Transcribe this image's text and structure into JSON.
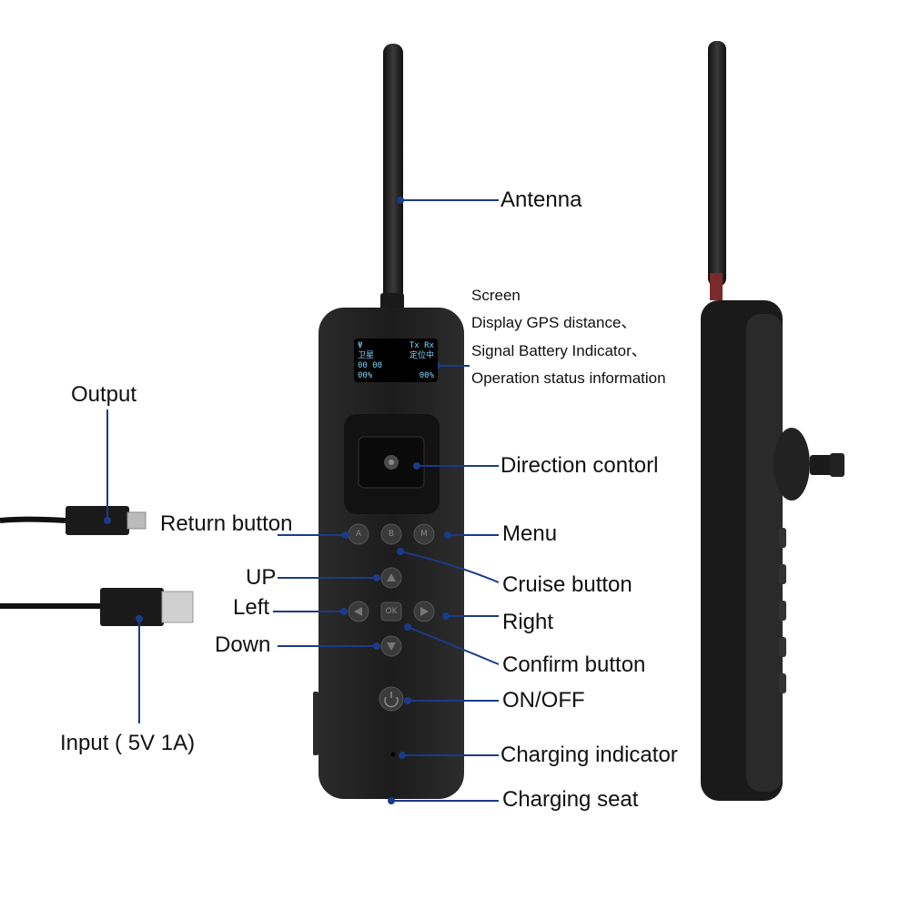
{
  "labels": {
    "antenna": "Antenna",
    "screen_title": "Screen",
    "screen_line1": "Display GPS distance、",
    "screen_line2": "Signal Battery Indicator、",
    "screen_line3": "Operation status information",
    "direction_control": "Direction contorl",
    "output": "Output",
    "return_button": "Return button",
    "menu": "Menu",
    "cruise_button": "Cruise button",
    "up": "UP",
    "left": "Left",
    "right": "Right",
    "down": "Down",
    "confirm_button": "Confirm button",
    "on_off": "ON/OFF",
    "input": "Input ( 5V 1A)",
    "charging_indicator": "Charging indicator",
    "charging_seat": "Charging seat"
  },
  "screen_display": {
    "row1_left": "Ψ",
    "row1_tx": "Tx",
    "row1_rx": "Rx",
    "row2_left": "卫星",
    "row2_right": "定位中",
    "row3": "00 00",
    "row4_left": "00%",
    "row4_right": "00%"
  },
  "buttons": {
    "a": "A",
    "b": "B",
    "m": "M",
    "ok": "OK"
  },
  "colors": {
    "leader_line": "#1a3a8a",
    "device_body": "#1e1e1e",
    "oled_text": "#7fd6ff"
  }
}
